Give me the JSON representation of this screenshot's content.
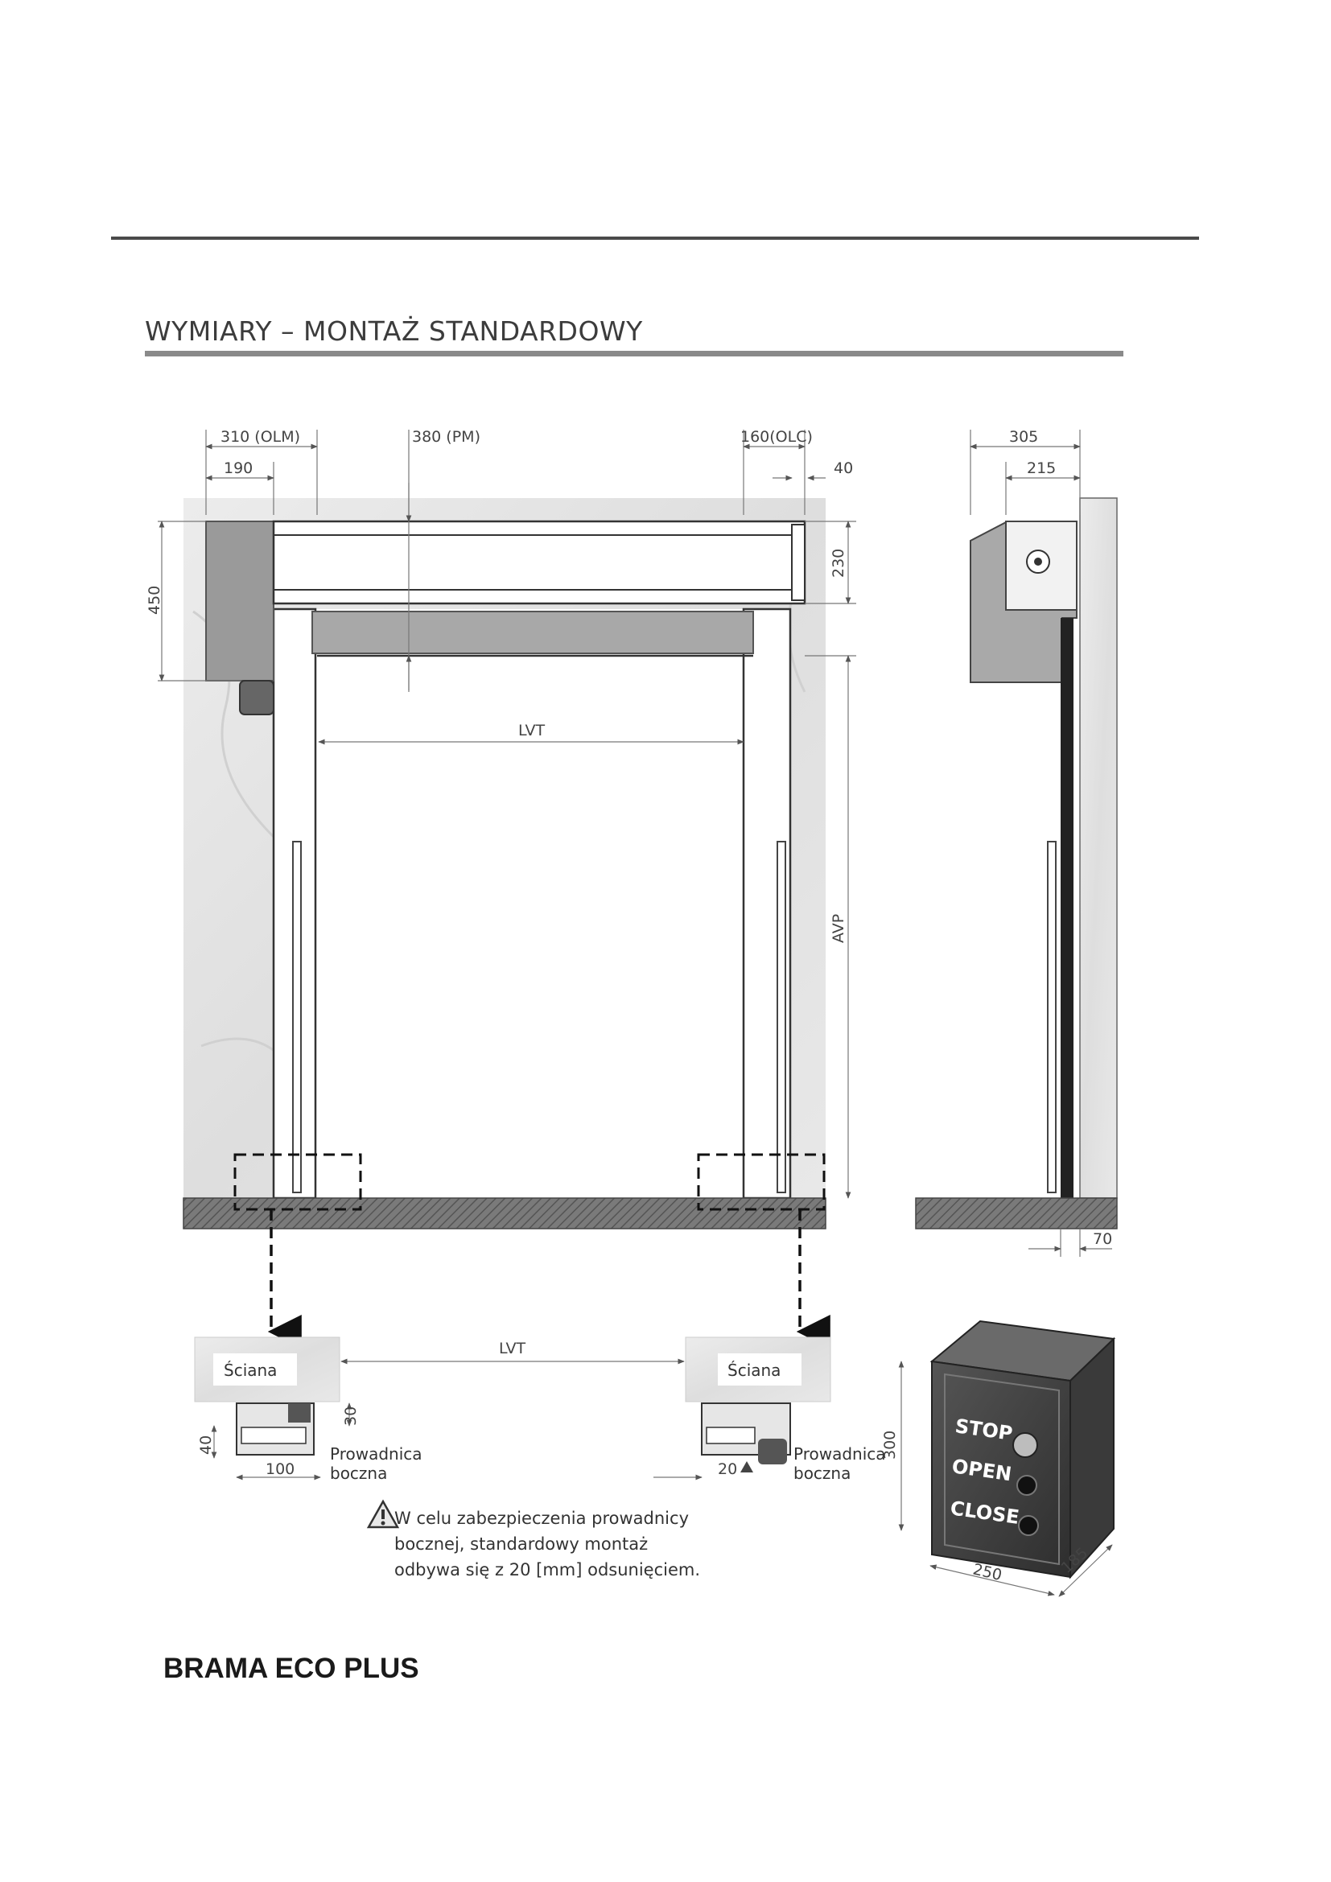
{
  "page": {
    "section_title": "WYMIARY – MONTAŻ STANDARDOWY",
    "product_name": "BRAMA ECO PLUS"
  },
  "front_view": {
    "dim_left_motor": "310 (OLM)",
    "dim_left_inner": "190",
    "dim_center": "380 (PM)",
    "dim_right": "160(OLC)",
    "dim_right_small": "40",
    "dim_head_height": "450",
    "dim_drum_height": "230",
    "lvt_label": "LVT",
    "avp_label": "AVP"
  },
  "side_view": {
    "dim_total": "305",
    "dim_inner": "215",
    "dim_bottom": "70"
  },
  "details": {
    "wall_label": "Ściana",
    "lvt_label": "LVT",
    "left_dim_30": "30",
    "left_dim_40": "40",
    "left_dim_100": "100",
    "right_dim_20": "20",
    "guide_label_line1": "Prowadnica",
    "guide_label_line2": "boczna",
    "warning_line1": "W celu zabezpieczenia prowadnicy",
    "warning_line2": "bocznej, standardowy montaż",
    "warning_line3": "odbywa się z 20 [mm] odsunięciem."
  },
  "control_box": {
    "stop_label": "STOP",
    "open_label": "OPEN",
    "close_label": "CLOSE",
    "dim_height": "300",
    "dim_width": "250",
    "dim_depth": "185"
  }
}
